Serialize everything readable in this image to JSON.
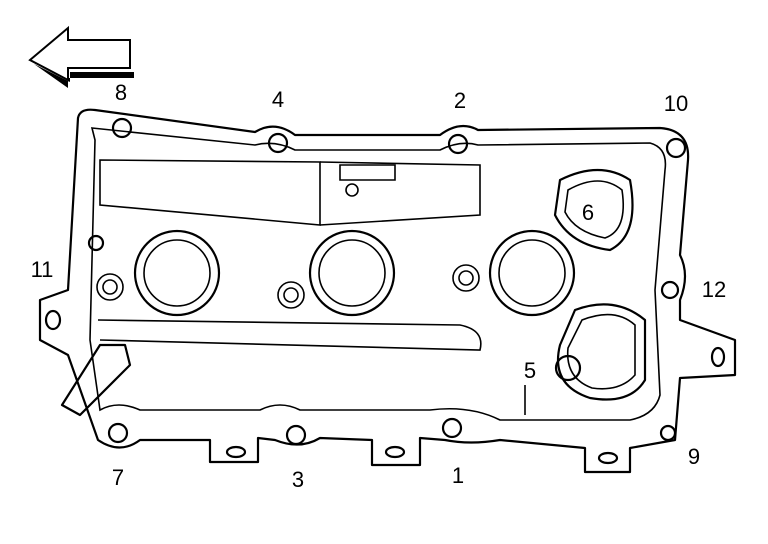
{
  "diagram": {
    "direction_arrow": "left-arrow-icon",
    "bolt_labels": [
      "1",
      "2",
      "3",
      "4",
      "5",
      "6",
      "7",
      "8",
      "9",
      "10",
      "11",
      "12"
    ]
  }
}
